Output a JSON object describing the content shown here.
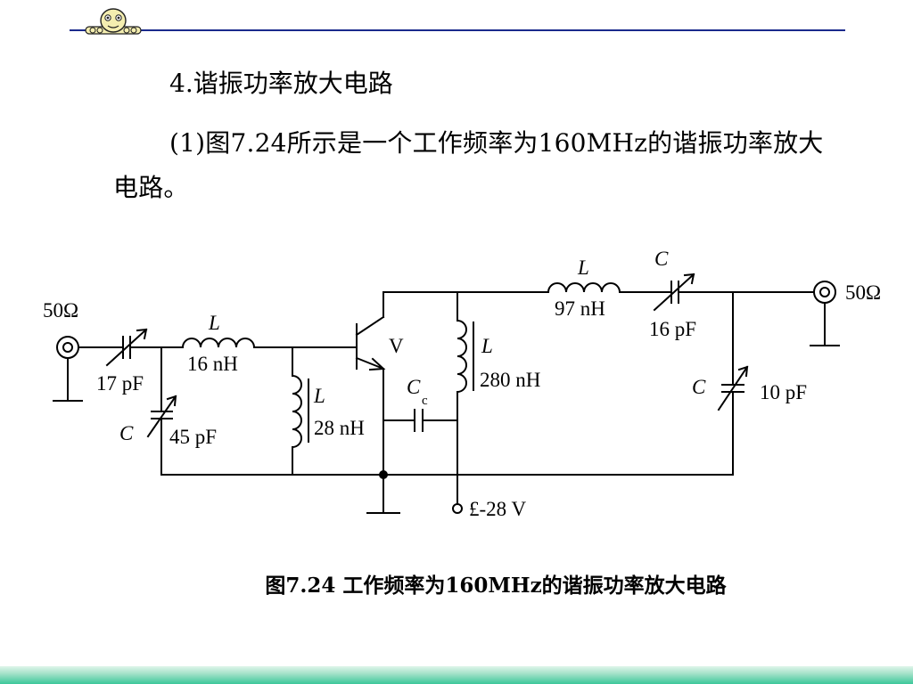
{
  "slide": {
    "heading": "4.谐振功率放大电路",
    "paragraph": "(1)图7.24所示是一个工作频率为160MHz的谐振功率放大电路。",
    "caption": "图7.24  工作频率为160MHz的谐振功率放大电路"
  },
  "circuit": {
    "input_impedance": "50Ω",
    "output_impedance": "50Ω",
    "c_in_value": "17 pF",
    "c_shunt_symbol": "C",
    "c_shunt_value": "45 pF",
    "l_series_symbol": "L",
    "l_series_value": "16 nH",
    "l_base_symbol": "L",
    "l_base_value": "28 nH",
    "transistor_label": "V",
    "cc_symbol": "C",
    "cc_subscript": "c",
    "l_collector_symbol": "L",
    "l_collector_value": "280 nH",
    "l_out_symbol": "L",
    "l_out_value": "97 nH",
    "c_out_series_symbol": "C",
    "c_out_series_value": "16 pF",
    "c_out_shunt_symbol": "C",
    "c_out_shunt_value": "10 pF",
    "supply_label": "£-28 V"
  },
  "colors": {
    "header_rule": "#1a2a8c",
    "bottom_band": "#3cc79a",
    "logo_fill": "#f4eeb0"
  }
}
